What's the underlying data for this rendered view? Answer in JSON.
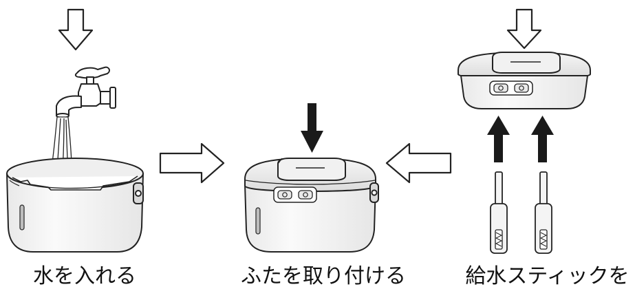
{
  "steps": [
    {
      "caption": "水を入れる"
    },
    {
      "caption": "ふたを取り付ける"
    },
    {
      "caption": "給水スティックを"
    }
  ],
  "icons": [
    "down-arrow-outline-icon",
    "right-arrow-outline-icon",
    "left-arrow-outline-icon",
    "down-arrow-solid-icon",
    "up-arrow-solid-icon",
    "faucet-icon",
    "power-button-icon"
  ],
  "colors": {
    "line": "#222222",
    "body": "#f4f4f4",
    "lid": "#ebebeb",
    "water": "#ffffff",
    "solid_arrow": "#1a1a1a"
  }
}
